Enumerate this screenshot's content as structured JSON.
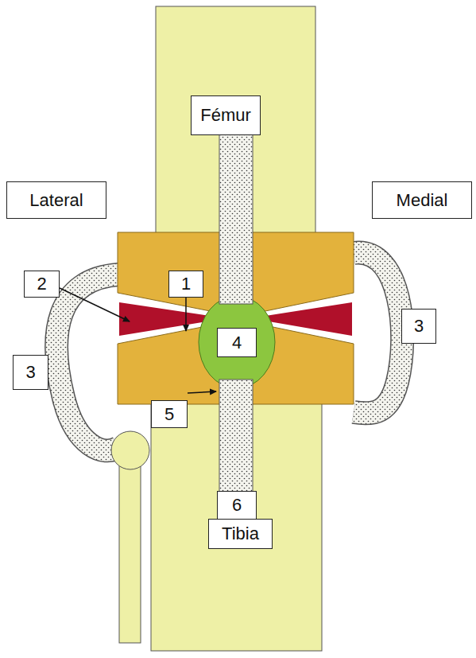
{
  "diagram": {
    "nodes": [
      {
        "text": [
          "Fémur"
        ]
      },
      {
        "text": [
          "Lateral"
        ]
      },
      {
        "text": [
          "Medial"
        ]
      },
      {
        "text": [
          "2"
        ]
      },
      {
        "text": [
          "1"
        ]
      },
      {
        "text": [
          "3"
        ]
      },
      {
        "text": [
          "4"
        ]
      },
      {
        "text": [
          "3"
        ]
      },
      {
        "text": [
          "5"
        ]
      },
      {
        "text": [
          "6"
        ]
      },
      {
        "text": [
          "Tibia"
        ]
      }
    ]
  }
}
